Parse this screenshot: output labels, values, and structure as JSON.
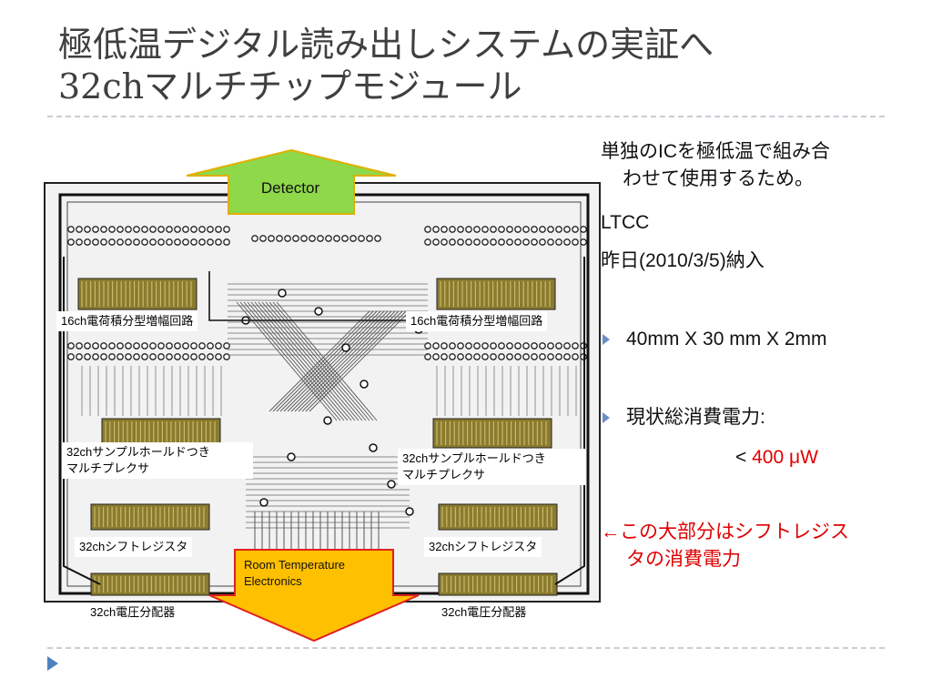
{
  "slide": {
    "title_line1": "極低温デジタル読み出しシステムの実証へ",
    "title_line2": "32chマルチチップモジュール"
  },
  "figure": {
    "detector_label": "Detector",
    "rt_line1": "Room Temperature",
    "rt_line2": "Electronics",
    "labels": {
      "amp_left": "16ch電荷積分型増幅回路",
      "amp_right": "16ch電荷積分型増幅回路",
      "mux_left_1": "32chサンプルホールドつき",
      "mux_left_2": "マルチプレクサ",
      "mux_right_1": "32chサンプルホールドつき",
      "mux_right_2": "マルチプレクサ",
      "shift_left": "32chシフトレジスタ",
      "shift_right": "32chシフトレジスタ",
      "div_left": "32ch電圧分配器",
      "div_right": "32ch電圧分配器"
    },
    "colors": {
      "detector_arrow": "#8ed84a",
      "rt_arrow": "#ffc000",
      "arrow_border": "#e0b000"
    }
  },
  "text": {
    "line1": "単独のICを極低温で組み合",
    "line2": "わせて使用するため。",
    "line3": "LTCC",
    "line4": "昨日(2010/3/5)納入",
    "bullet1": "40mm X 30 mm X 2mm",
    "bullet2": "現状総消費電力:",
    "power_prefix": "< ",
    "power_value": "400 μW",
    "note_line1": "←この大部分はシフトレジス",
    "note_line2": "タの消費電力",
    "highlight_color": "#e00000"
  },
  "icons": [
    "bullet-triangle-icon",
    "next-slide-icon"
  ]
}
